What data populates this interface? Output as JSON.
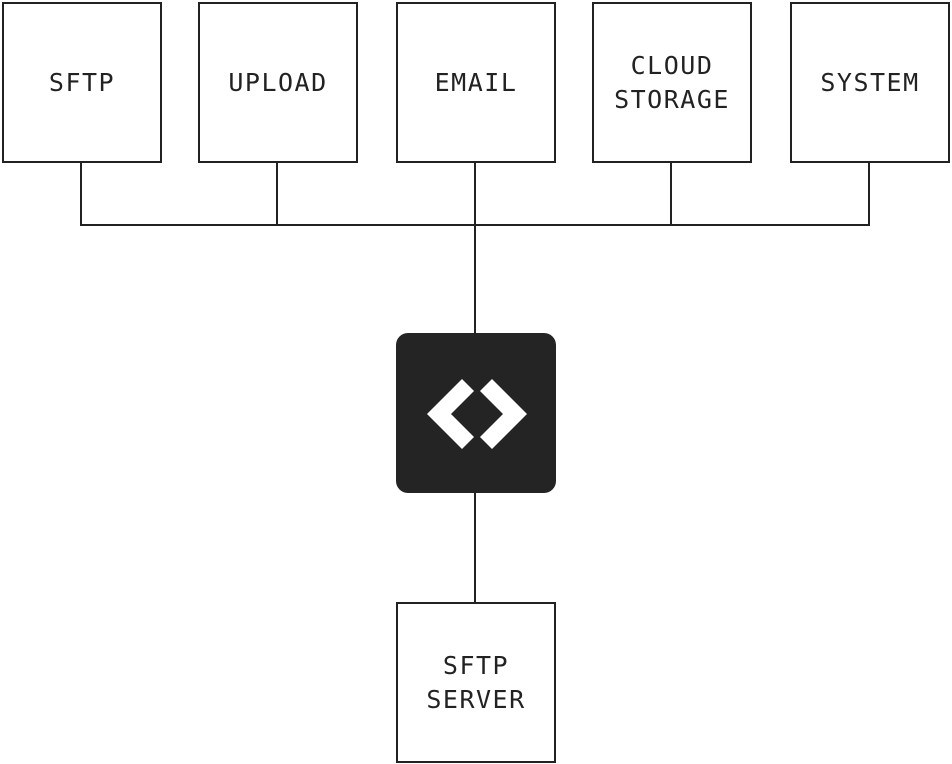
{
  "colors": {
    "line": "#222222",
    "hub_fill": "#242424",
    "hub_icon": "#ffffff",
    "background": "#ffffff"
  },
  "sources": [
    {
      "id": "sftp",
      "lines": [
        "SFTP"
      ]
    },
    {
      "id": "upload",
      "lines": [
        "UPLOAD"
      ]
    },
    {
      "id": "email",
      "lines": [
        "EMAIL"
      ]
    },
    {
      "id": "cloud-storage",
      "lines": [
        "CLOUD",
        "STORAGE"
      ]
    },
    {
      "id": "system",
      "lines": [
        "SYSTEM"
      ]
    }
  ],
  "hub": {
    "icon": "diamond-logo-icon"
  },
  "destination": {
    "id": "sftp-server",
    "lines": [
      "SFTP",
      "SERVER"
    ]
  }
}
